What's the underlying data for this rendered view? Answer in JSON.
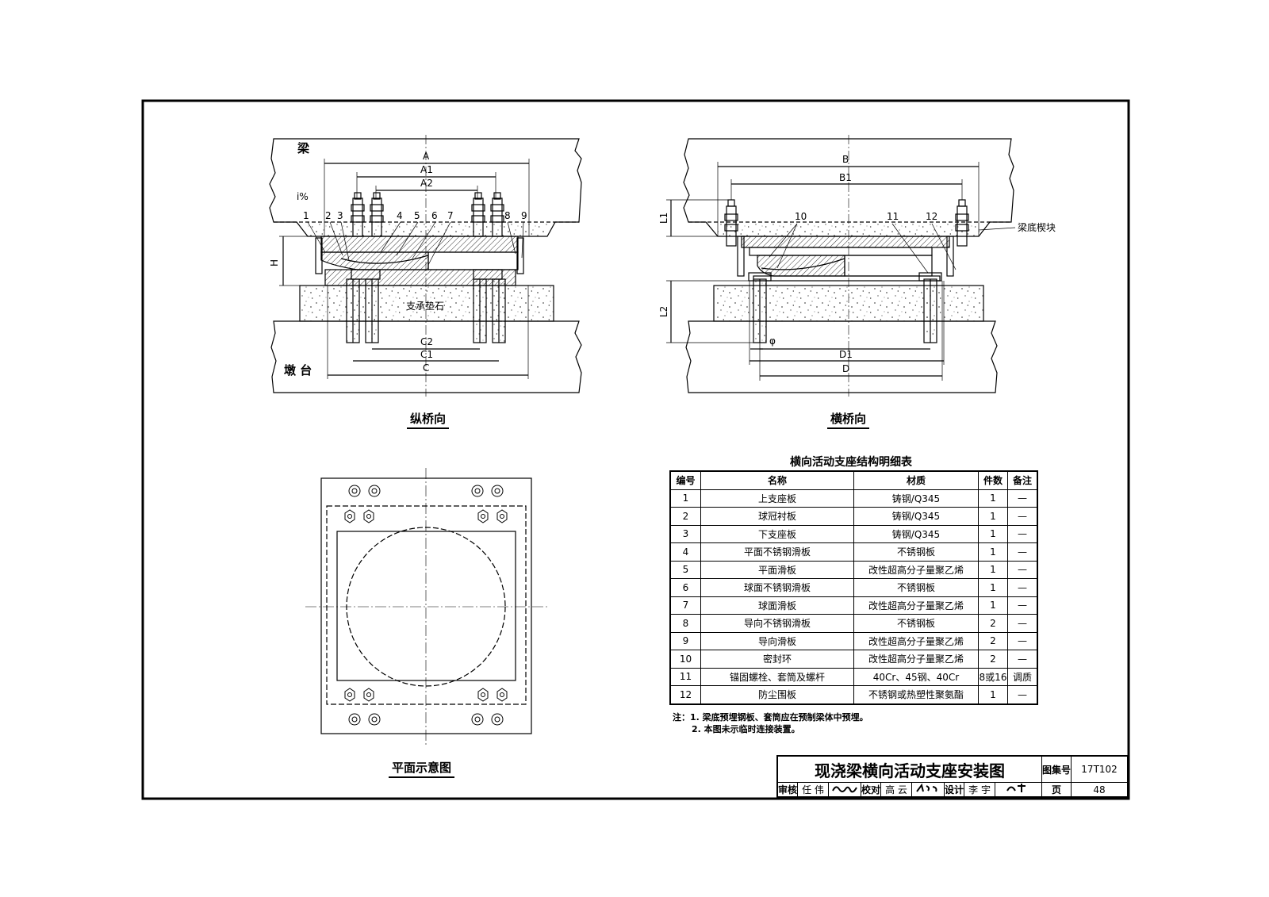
{
  "drawing": {
    "longitudinal": {
      "caption": "纵桥向",
      "labels": {
        "beam": "梁",
        "slope": "i%",
        "pier": "墩 台",
        "pad_stone": "支承垫石",
        "height": "H"
      },
      "dims": {
        "a": "A",
        "a1": "A1",
        "a2": "A2",
        "c": "C",
        "c1": "C1",
        "c2": "C2"
      },
      "part_numbers": [
        "1",
        "2",
        "3",
        "4",
        "5",
        "6",
        "7",
        "8",
        "9"
      ]
    },
    "transverse": {
      "caption": "横桥向",
      "labels": {
        "wedge": "梁底楔块",
        "phi": "φ"
      },
      "dims": {
        "b": "B",
        "b1": "B1",
        "l1": "L1",
        "l2": "L2",
        "d": "D",
        "d1": "D1"
      },
      "part_numbers": [
        "10",
        "11",
        "12"
      ]
    },
    "plan": {
      "caption": "平面示意图"
    }
  },
  "table": {
    "title": "横向活动支座结构明细表",
    "headers": [
      "编号",
      "名称",
      "材质",
      "件数",
      "备注"
    ],
    "rows": [
      [
        "1",
        "上支座板",
        "铸钢/Q345",
        "1",
        "—"
      ],
      [
        "2",
        "球冠衬板",
        "铸钢/Q345",
        "1",
        "—"
      ],
      [
        "3",
        "下支座板",
        "铸钢/Q345",
        "1",
        "—"
      ],
      [
        "4",
        "平面不锈钢滑板",
        "不锈钢板",
        "1",
        "—"
      ],
      [
        "5",
        "平面滑板",
        "改性超高分子量聚乙烯",
        "1",
        "—"
      ],
      [
        "6",
        "球面不锈钢滑板",
        "不锈钢板",
        "1",
        "—"
      ],
      [
        "7",
        "球面滑板",
        "改性超高分子量聚乙烯",
        "1",
        "—"
      ],
      [
        "8",
        "导向不锈钢滑板",
        "不锈钢板",
        "2",
        "—"
      ],
      [
        "9",
        "导向滑板",
        "改性超高分子量聚乙烯",
        "2",
        "—"
      ],
      [
        "10",
        "密封环",
        "改性超高分子量聚乙烯",
        "2",
        "—"
      ],
      [
        "11",
        "锚固螺栓、套筒及螺杆",
        "40Cr、45钢、40Cr",
        "8或16",
        "调质"
      ],
      [
        "12",
        "防尘围板",
        "不锈钢或热塑性聚氨酯",
        "1",
        "—"
      ]
    ]
  },
  "notes": [
    "注：1. 梁底预埋钢板、套筒应在预制梁体中预埋。",
    "2. 本图未示临时连接装置。"
  ],
  "title_block": {
    "title": "现浇梁横向活动支座安装图",
    "atlas_label": "图集号",
    "atlas_no": "17T102",
    "review_label": "审核",
    "reviewer": "任 伟",
    "check_label": "校对",
    "checker": "高 云",
    "design_label": "设计",
    "designer": "李 宇",
    "page_label": "页",
    "page_no": "48"
  }
}
